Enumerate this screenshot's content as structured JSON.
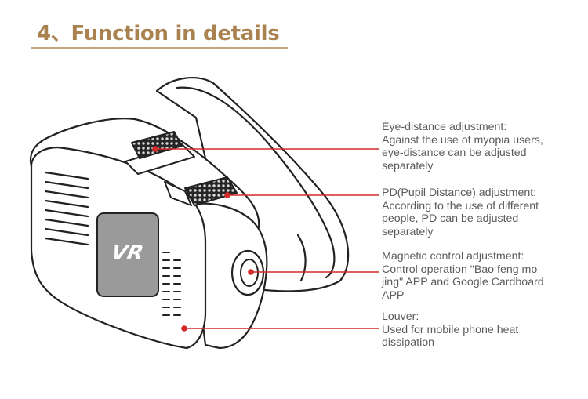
{
  "title": "4、Function in details",
  "logo_text": "VR",
  "accent_color": "#d42a2a",
  "title_color": "#a9824f",
  "callouts": [
    {
      "heading": "Eye-distance adjustment:",
      "lines": [
        "Against the use of myopia users,",
        "eye-distance can be adjusted",
        "separately"
      ]
    },
    {
      "heading": "PD(Pupil Distance) adjustment:",
      "lines": [
        "According to the use of different",
        "people, PD can be adjusted",
        "separately"
      ]
    },
    {
      "heading": "Magnetic control adjustment:",
      "lines": [
        "Control operation \"Bao feng mo",
        "jing\" APP and Google Cardboard",
        "APP"
      ]
    },
    {
      "heading": "Louver:",
      "lines": [
        "Used for mobile phone heat",
        "dissipation"
      ]
    }
  ]
}
